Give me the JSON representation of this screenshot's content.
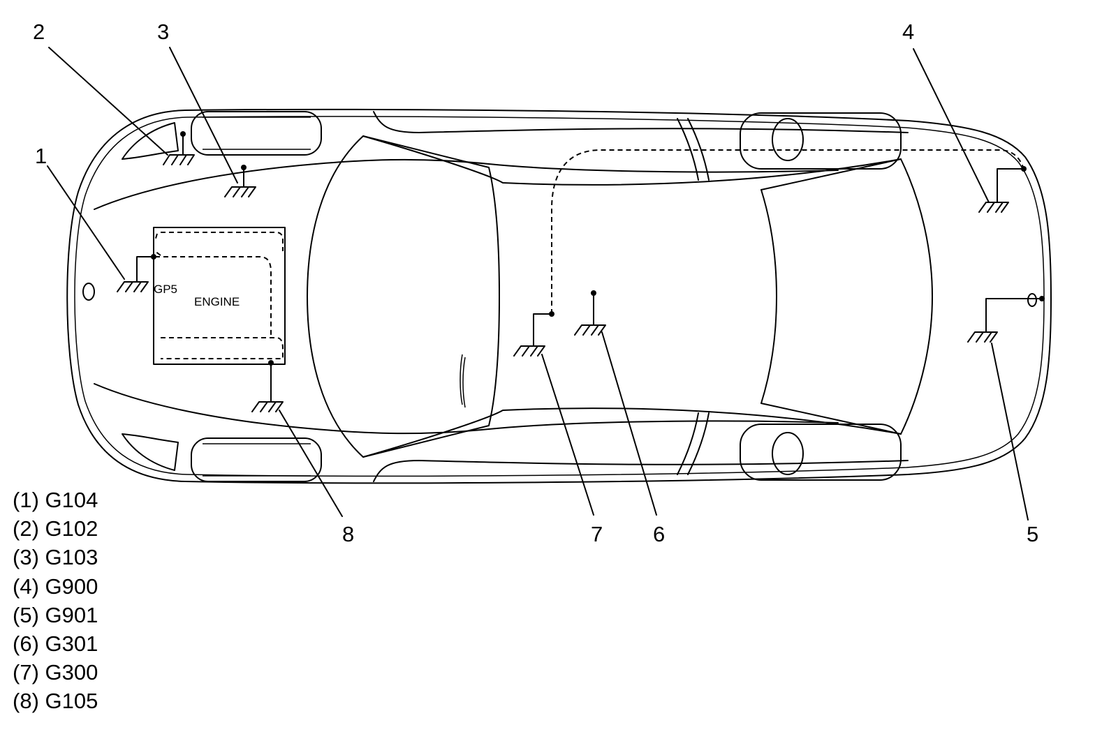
{
  "labels": {
    "engine": "ENGINE",
    "splice": "GP5"
  },
  "callouts": [
    "1",
    "2",
    "3",
    "4",
    "5",
    "6",
    "7",
    "8"
  ],
  "legend": [
    "(1) G104",
    "(2) G102",
    "(3) G103",
    "(4) G900",
    "(5) G901",
    "(6) G301",
    "(7) G300",
    "(8) G105"
  ]
}
